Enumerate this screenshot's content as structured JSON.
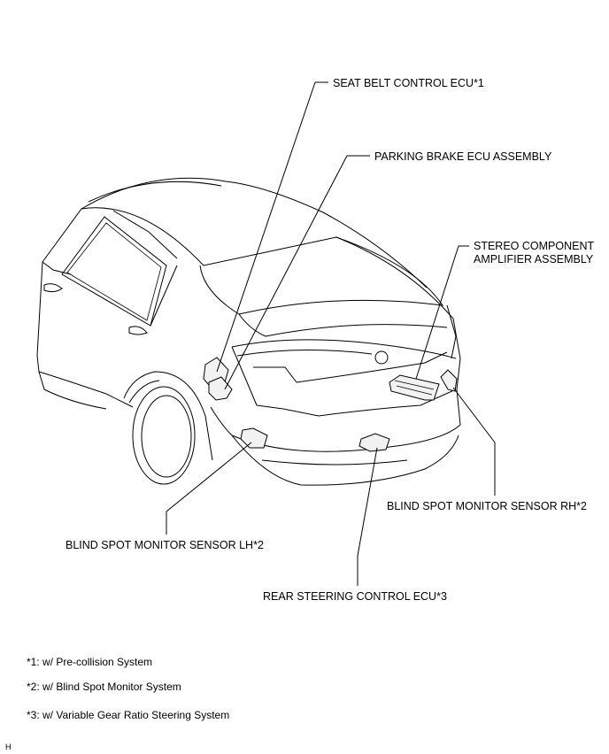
{
  "labels": {
    "seat_belt_ecu": "SEAT BELT CONTROL ECU*1",
    "parking_brake_ecu": "PARKING BRAKE ECU ASSEMBLY",
    "stereo_amp_line1": "STEREO COMPONENT",
    "stereo_amp_line2": "AMPLIFIER ASSEMBLY",
    "bsm_sensor_rh": "BLIND SPOT MONITOR SENSOR RH*2",
    "bsm_sensor_lh": "BLIND SPOT MONITOR SENSOR LH*2",
    "rear_steering_ecu": "REAR STEERING CONTROL ECU*3"
  },
  "notes": [
    "*1: w/ Pre-collision System",
    "*2: w/ Blind Spot Monitor System",
    "*3: w/ Variable Gear Ratio Steering System"
  ],
  "corner_mark": "H"
}
